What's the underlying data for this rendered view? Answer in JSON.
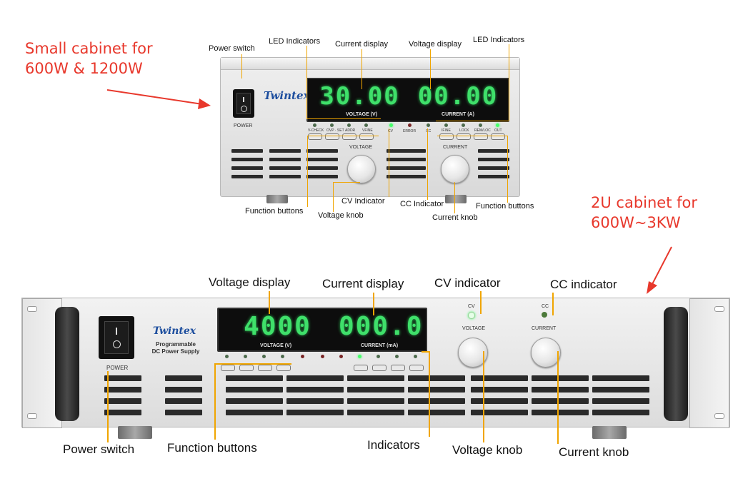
{
  "top": {
    "heading_line1": "Small cabinet for",
    "heading_line2": "600W & 1200W",
    "brand": "Twintex",
    "voltage_value": "30.00",
    "current_value": "00.00",
    "voltage_unit_label": "VOLTAGE (V)",
    "current_unit_label": "CURRENT (A)",
    "power_label": "POWER",
    "voltage_knob_label": "VOLTAGE",
    "current_knob_label": "CURRENT",
    "indicator_labels": [
      "CV",
      "ERROR",
      "CC"
    ],
    "left_button_labels": [
      "V-CHECK",
      "OVP · SET",
      "ADDR",
      "VFINE"
    ],
    "right_button_labels": [
      "IFINE",
      "LOCK",
      "REM/LOC",
      "OUT"
    ],
    "callouts": {
      "power_switch": "Power switch",
      "led_left": "LED Indicators",
      "current_display": "Current display",
      "voltage_display": "Voltage display",
      "led_right": "LED Indicators",
      "function_buttons_left": "Function buttons",
      "cv_indicator": "CV Indicator",
      "voltage_knob": "Voltage knob",
      "cc_indicator": "CC Indicator",
      "current_knob": "Current knob",
      "function_buttons_right": "Function buttons"
    }
  },
  "bottom": {
    "heading_line1": "2U cabinet for",
    "heading_line2": "600W~3KW",
    "brand": "Twintex",
    "subtitle_line1": "Programmable",
    "subtitle_line2": "DC Power Supply",
    "voltage_value": "4000",
    "current_value": "000.0",
    "voltage_unit_label": "VOLTAGE (V)",
    "current_unit_label": "CURRENT (mA)",
    "power_label": "POWER",
    "cv_label": "CV",
    "cc_label": "CC",
    "voltage_knob_label": "VOLTAGE",
    "current_knob_label": "CURRENT",
    "callouts": {
      "voltage_display": "Voltage display",
      "current_display": "Current display",
      "cv_indicator": "CV indicator",
      "cc_indicator": "CC indicator",
      "power_switch": "Power switch",
      "function_buttons": "Function buttons",
      "indicators": "Indicators",
      "voltage_knob": "Voltage knob",
      "current_knob": "Current knob"
    }
  },
  "colors": {
    "heading": "#e8382c",
    "arrow": "#e8382c",
    "leader": "#f0a500",
    "display_digits": "#3fe06a"
  }
}
